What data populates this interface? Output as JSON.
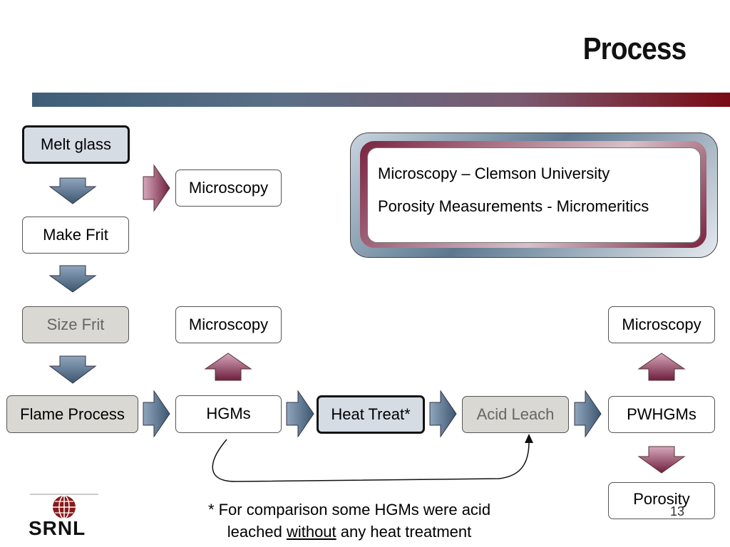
{
  "slide": {
    "title": "Process",
    "slide_number": "13"
  },
  "flow": {
    "melt_glass": "Melt glass",
    "make_frit": "Make Frit",
    "size_frit": "Size Frit",
    "flame_process": "Flame Process",
    "hgms": "HGMs",
    "heat_treat": "Heat Treat*",
    "acid_leach": "Acid Leach",
    "pwhgms": "PWHGMs",
    "microscopy_1": "Microscopy",
    "microscopy_2": "Microscopy",
    "microscopy_3": "Microscopy",
    "porosity": "Porosity"
  },
  "info": {
    "line1": "Microscopy – Clemson University",
    "line2": "Porosity Measurements - Micromeritics"
  },
  "footnote": {
    "part1": "* For comparison some HGMs were acid",
    "part2a": "leached ",
    "part2_underlined": "without",
    "part2b": " any heat treatment"
  },
  "logo": {
    "text": "SRNL"
  },
  "colors": {
    "blue_arrow": "#4f6a86",
    "maroon_arrow": "#7a2a48"
  }
}
